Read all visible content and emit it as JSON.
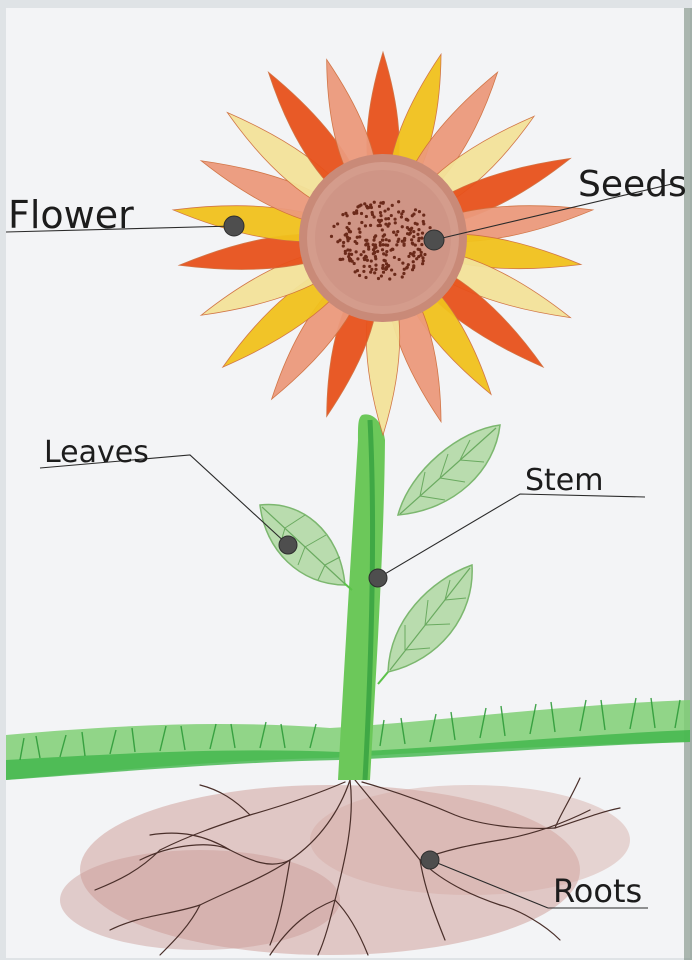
{
  "diagram": {
    "labels": {
      "flower": "Flower",
      "seeds": "Seeds",
      "leaves": "Leaves",
      "stem": "Stem",
      "roots": "Roots"
    },
    "colors": {
      "paper": "#f4f5f7",
      "petal_orange": "#e8521c",
      "petal_salmon": "#ec9a7c",
      "petal_yellow": "#f1c21d",
      "petal_pale": "#f3e39a",
      "center": "#c98a78",
      "seeds": "#6b2a1a",
      "stem": "#5cc24a",
      "leaf": "#b9dcae",
      "grass": "#3fb54a",
      "soil": "#c99a94",
      "root": "#4a2f2a",
      "pin": "#4e4e4e"
    }
  }
}
